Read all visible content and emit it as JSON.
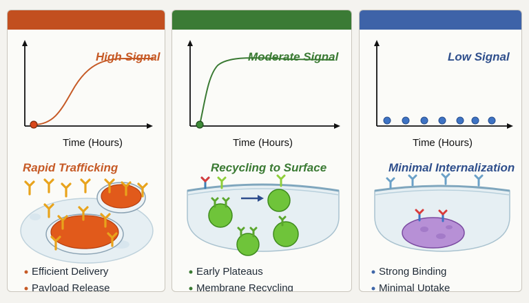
{
  "colors": {
    "high": "#c65a26",
    "moderate": "#3a7a33",
    "low": "#3e66a8",
    "high_header": "#c24f1f",
    "moderate_header": "#3b7b35",
    "low_header": "#3e63a8"
  },
  "panels": [
    {
      "signal_title": "High Signal",
      "axis_label": "Time (Hours)",
      "section_title": "Rapid Trafficking",
      "bullets": [
        "Efficient Delivery",
        "Payload Release"
      ]
    },
    {
      "signal_title": "Moderate Signal",
      "axis_label": "Time (Hours)",
      "section_title": "Recycling to Surface",
      "bullets": [
        "Early Plateaus",
        "Membrane Recycling"
      ]
    },
    {
      "signal_title": "Low Signal",
      "axis_label": "Time (Hours)",
      "section_title": "Minimal Internalization",
      "bullets": [
        "Strong Binding",
        "Minimal Uptake"
      ]
    }
  ]
}
